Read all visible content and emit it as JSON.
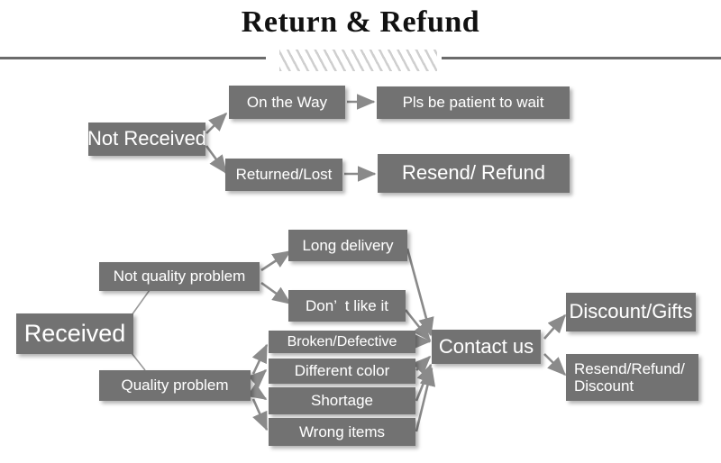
{
  "header": {
    "title": "Return & Refund",
    "divider_icon": "diagonal-hatch-divider"
  },
  "flow": {
    "not_received": {
      "label": "Not Received",
      "branches": [
        {
          "label": "On the Way",
          "outcome": "Pls be patient to wait"
        },
        {
          "label": "Returned/Lost",
          "outcome": "Resend/ Refund"
        }
      ]
    },
    "received": {
      "label": "Received",
      "branches": [
        {
          "label": "Not quality problem",
          "reasons": [
            "Long delivery",
            "Don’  t like it"
          ]
        },
        {
          "label": "Quality problem",
          "reasons": [
            "Broken/Defective",
            "Different color",
            "Shortage",
            "Wrong items"
          ]
        }
      ],
      "action": "Contact us",
      "outcomes": [
        "Discount/Gifts",
        "Resend/Refund/\nDiscount"
      ]
    }
  },
  "colors": {
    "box_fill": "#727272",
    "box_text": "#ffffff",
    "arrow": "#8a8a8a",
    "divider_line": "#6b6b6b",
    "hatch": "#cfcfcf",
    "title_text": "#111111",
    "background": "#ffffff"
  }
}
